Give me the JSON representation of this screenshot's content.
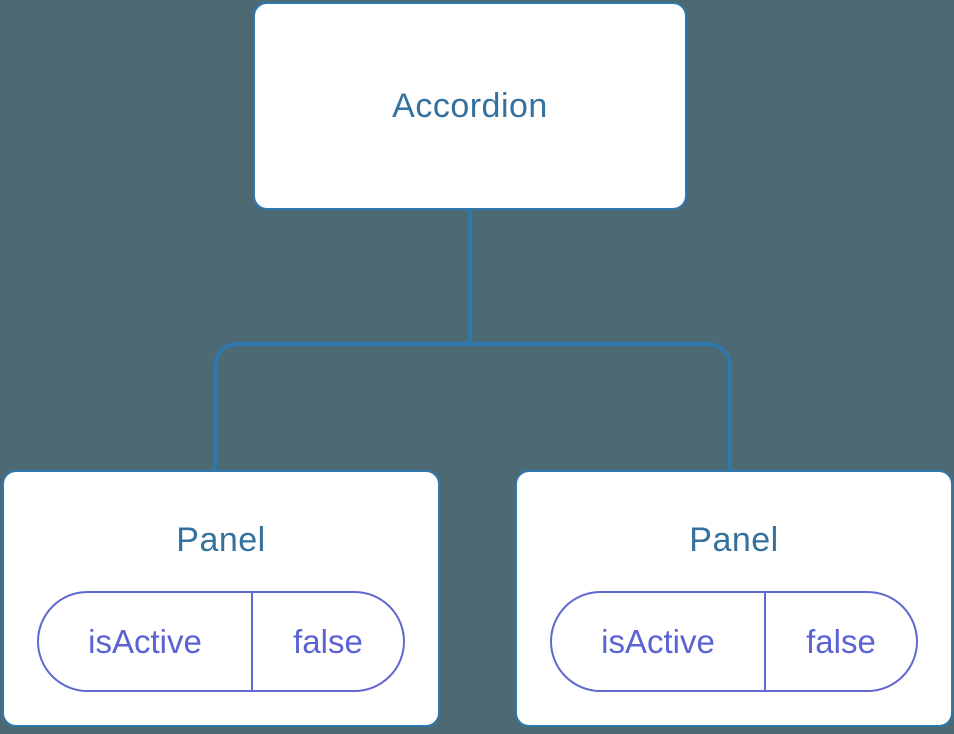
{
  "diagram": {
    "title": "component-state-tree",
    "root": {
      "label": "Accordion"
    },
    "panels": [
      {
        "label": "Panel",
        "state": {
          "name": "isActive",
          "value": "false"
        }
      },
      {
        "label": "Panel",
        "state": {
          "name": "isActive",
          "value": "false"
        }
      }
    ]
  },
  "colors": {
    "background": "#4d6974",
    "connector": "#2e78ae",
    "node_fill": "#ffffff",
    "node_border": "#2e78ae",
    "node_label": "#35719e",
    "state_accent": "#6168cf",
    "state_text": "#5b63d4"
  }
}
